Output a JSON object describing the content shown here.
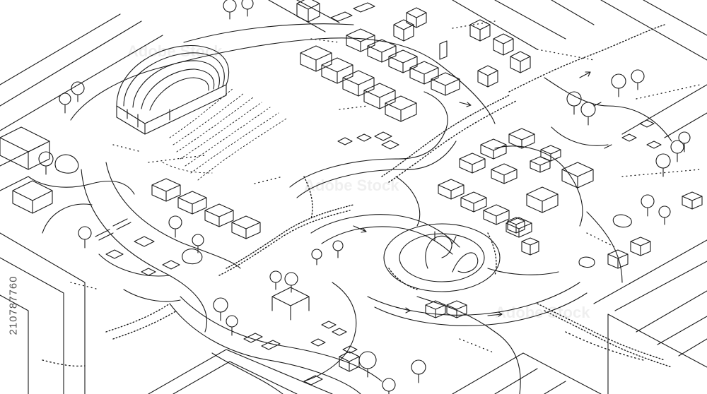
{
  "image": {
    "description_kind": "isometric line-art city park festival",
    "stock_id_text": "210787760",
    "logo_text": "Adobe Stock",
    "colors": {
      "line": "#1a1a1a",
      "paper": "#ffffff",
      "watermark": "#555555"
    }
  }
}
